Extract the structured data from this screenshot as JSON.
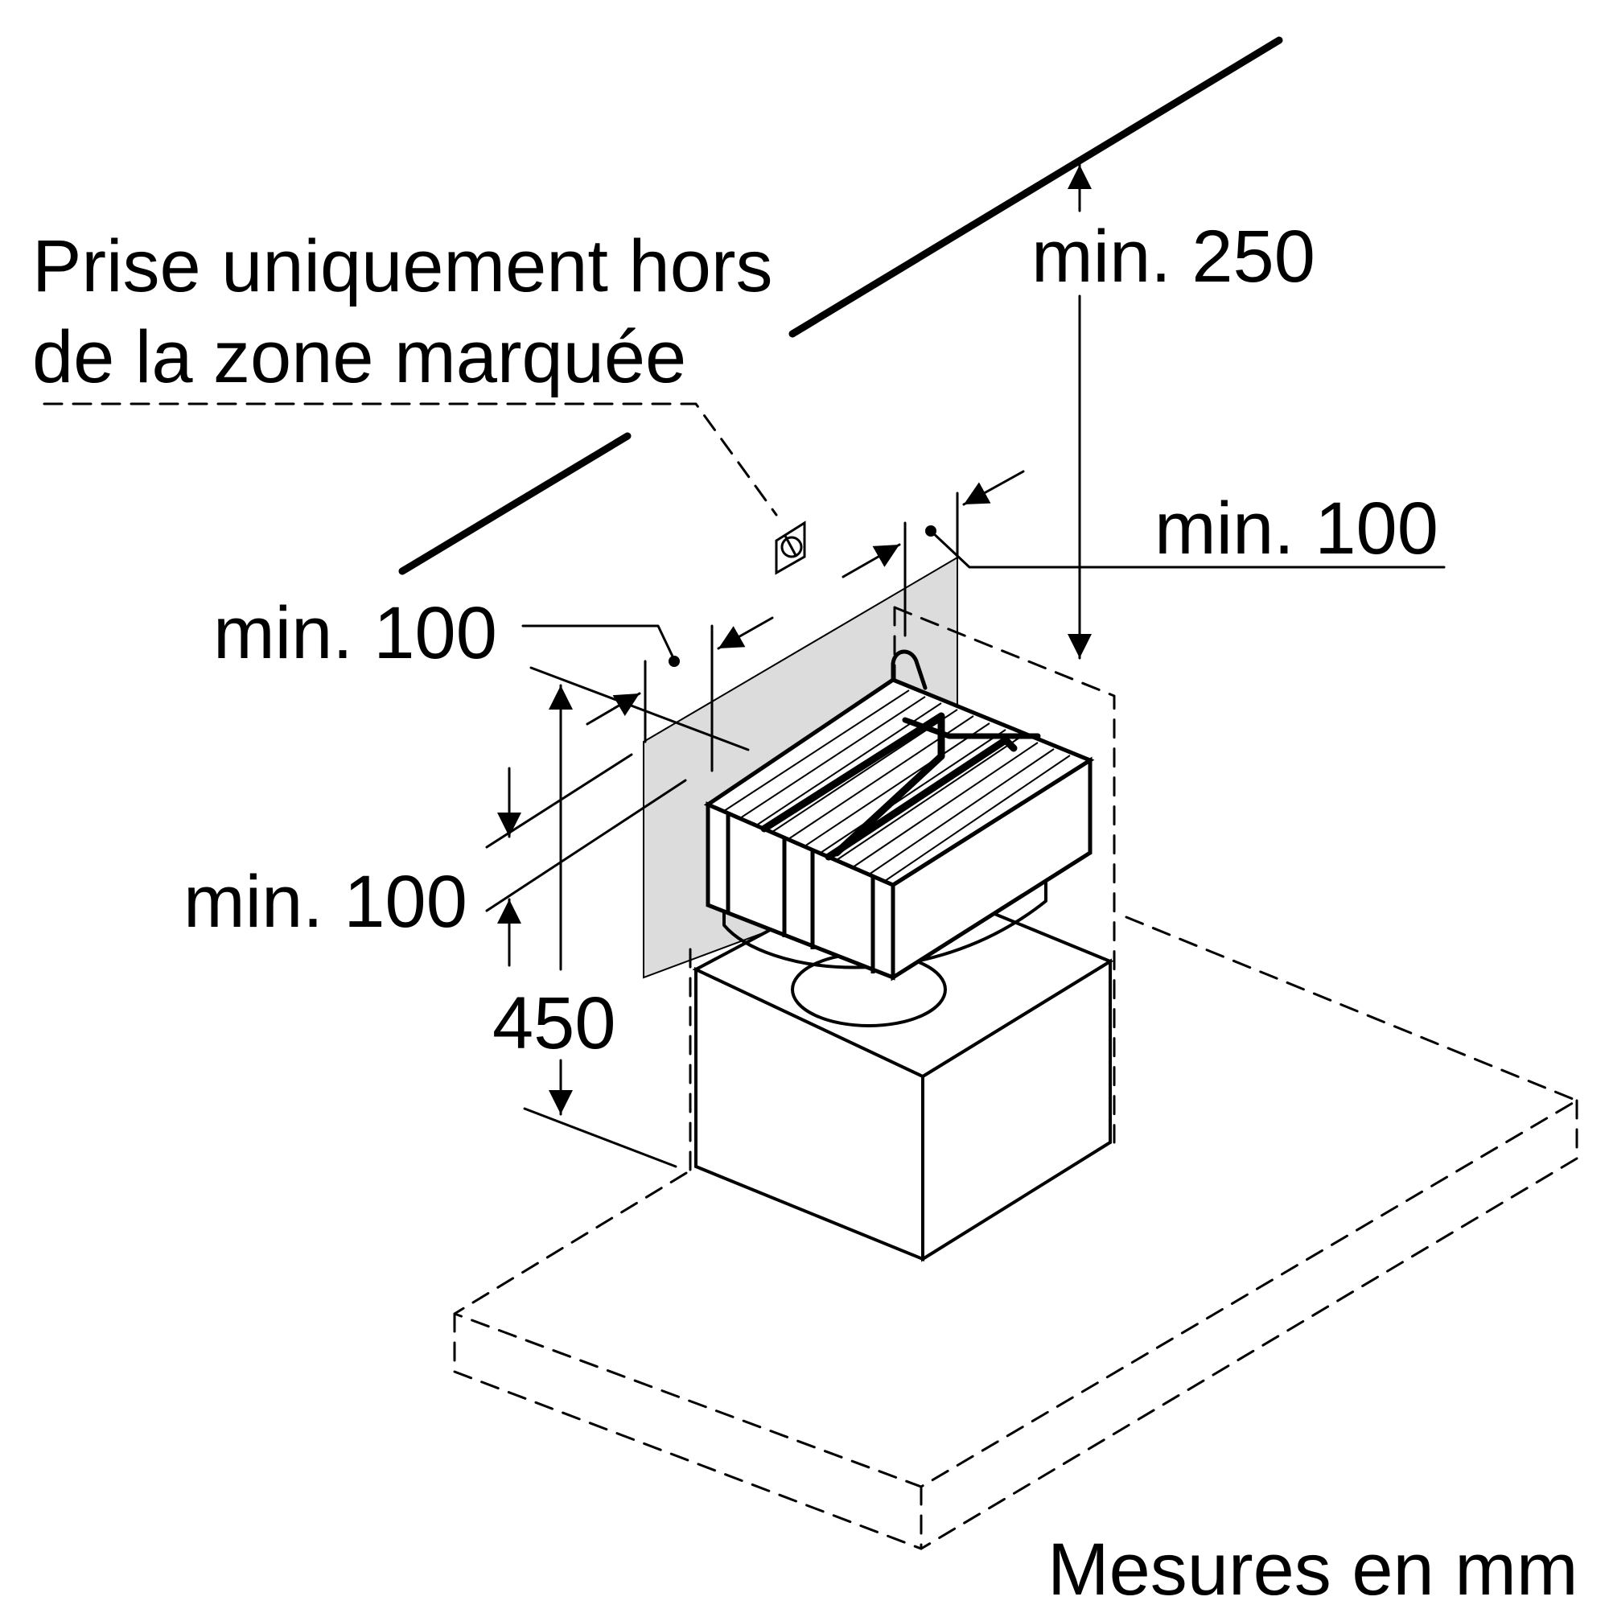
{
  "notes": {
    "socket_line1": "Prise uniquement hors",
    "socket_line2": "de la zone marquée",
    "units": "Mesures en mm"
  },
  "dimensions": {
    "top": "min. 250",
    "right": "min. 100",
    "left": "min. 100",
    "lower": "min. 100",
    "height": "450"
  },
  "colors": {
    "marked_zone": "#dcdcdc",
    "line": "#000000"
  }
}
